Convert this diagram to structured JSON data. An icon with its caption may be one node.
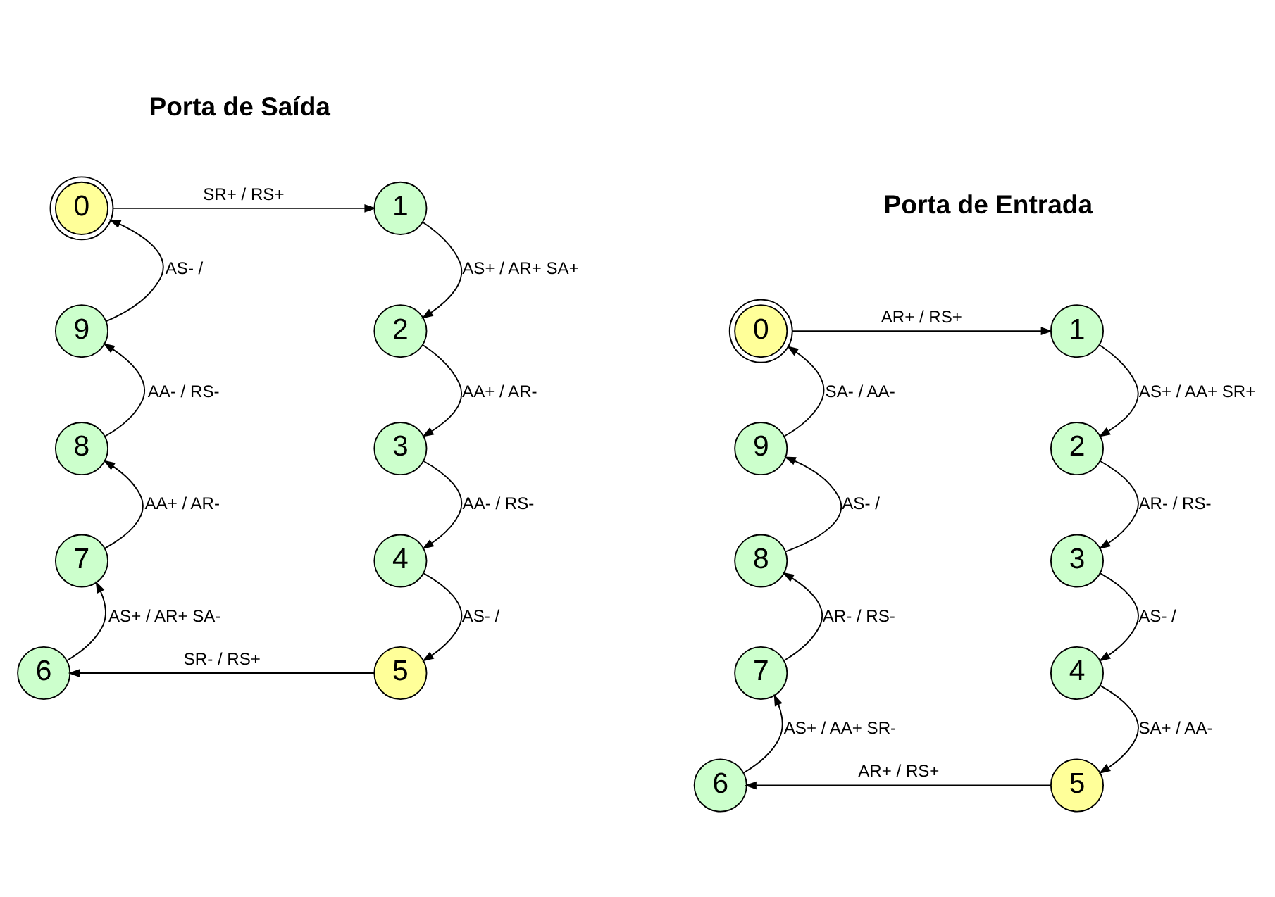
{
  "diagram": {
    "nodes": [
      {
        "text": [
          "0"
        ]
      },
      {
        "text": [
          "1"
        ]
      },
      {
        "text": [
          "2"
        ]
      },
      {
        "text": [
          "3"
        ]
      },
      {
        "text": [
          "4"
        ]
      },
      {
        "text": [
          "5"
        ]
      },
      {
        "text": [
          "6"
        ]
      },
      {
        "text": [
          "7"
        ]
      },
      {
        "text": [
          "8"
        ]
      },
      {
        "text": [
          "9"
        ]
      },
      {
        "text": [
          "0"
        ]
      },
      {
        "text": [
          "1"
        ]
      },
      {
        "text": [
          "2"
        ]
      },
      {
        "text": [
          "3"
        ]
      },
      {
        "text": [
          "4"
        ]
      },
      {
        "text": [
          "5"
        ]
      },
      {
        "text": [
          "6"
        ]
      },
      {
        "text": [
          "7"
        ]
      },
      {
        "text": [
          "8"
        ]
      },
      {
        "text": [
          "9"
        ]
      }
    ],
    "edges": [
      {
        "from": 0,
        "to": 1,
        "arrow": "to",
        "label": "SR+ / RS+"
      },
      {
        "from": 1,
        "to": 2,
        "arrow": "to",
        "label": "AS+ / AR+ SA+"
      },
      {
        "from": 2,
        "to": 3,
        "arrow": "to",
        "label": "AA+ / AR-"
      },
      {
        "from": 3,
        "to": 4,
        "arrow": "to",
        "label": "AA- / RS-"
      },
      {
        "from": 4,
        "to": 5,
        "arrow": "to",
        "label": "AS- /"
      },
      {
        "from": 5,
        "to": 6,
        "arrow": "to",
        "label": "SR- / RS+"
      },
      {
        "from": 6,
        "to": 7,
        "arrow": "to",
        "label": "AS+ / AR+ SA-"
      },
      {
        "from": 7,
        "to": 8,
        "arrow": "to",
        "label": "AA+ / AR-"
      },
      {
        "from": 8,
        "to": 9,
        "arrow": "to",
        "label": "AA- / RS-"
      },
      {
        "from": 9,
        "to": 0,
        "arrow": "to",
        "label": "AS- /"
      },
      {
        "from": 10,
        "to": 11,
        "arrow": "to",
        "label": "AR+ / RS+"
      },
      {
        "from": 11,
        "to": 12,
        "arrow": "to",
        "label": "AS+ / AA+ SR+"
      },
      {
        "from": 12,
        "to": 13,
        "arrow": "to",
        "label": "AR- / RS-"
      },
      {
        "from": 13,
        "to": 14,
        "arrow": "to",
        "label": "AS- /"
      },
      {
        "from": 14,
        "to": 15,
        "arrow": "to",
        "label": "SA+ / AA-"
      },
      {
        "from": 15,
        "to": 16,
        "arrow": "to",
        "label": "AR+ / RS+"
      },
      {
        "from": 16,
        "to": 17,
        "arrow": "to",
        "label": "AS+ / AA+ SR-"
      },
      {
        "from": 17,
        "to": 18,
        "arrow": "to",
        "label": "AR- / RS-"
      },
      {
        "from": 18,
        "to": 19,
        "arrow": "to",
        "label": "AS- /"
      },
      {
        "from": 19,
        "to": 10,
        "arrow": "to",
        "label": "SA- / AA-"
      }
    ],
    "labels": [
      "Porta de Saída",
      "Porta de Entrada"
    ]
  }
}
